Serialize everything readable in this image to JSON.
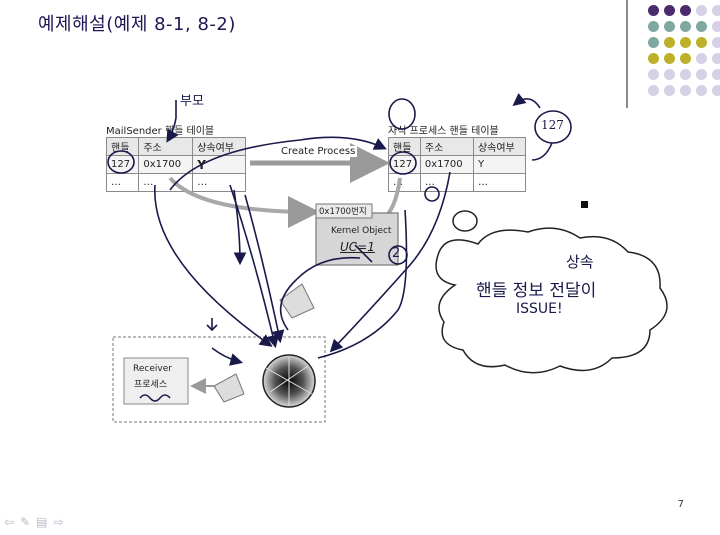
{
  "title": "예제해설(예제 8-1, 8-2)",
  "page_number": "7",
  "left_table": {
    "caption": "MailSender 핸들 테이블",
    "headers": [
      "핸들",
      "주소",
      "상속여부"
    ],
    "row1": [
      "127",
      "0x1700",
      "Y"
    ],
    "row2": [
      "…",
      "…",
      "…"
    ]
  },
  "right_table": {
    "caption": "자식 프로세스 핸들 테이블",
    "headers": [
      "핸들",
      "주소",
      "상속여부"
    ],
    "row1": [
      "127",
      "0x1700",
      "Y"
    ],
    "row2": [
      "…",
      "…",
      "…"
    ]
  },
  "create_process_label": "Create Process",
  "address_tag": "0x1700번지",
  "kernel_object": {
    "title": "Kernel Object",
    "uc": "UC=1"
  },
  "receiver": {
    "line1": "Receiver",
    "line2": "프로세스"
  },
  "handwriting": {
    "parent": "부모",
    "handle_127": "127",
    "uc_new": "2",
    "cloud_top": "상속",
    "cloud_main": "핸들 정보 전달이",
    "cloud_issue": "ISSUE!"
  },
  "colors": {
    "purple": "#4b2a6e",
    "teal": "#7fa8a0",
    "olive": "#bdb02b",
    "lilac": "#d6d1e6",
    "ink": "#1a1a4a"
  },
  "nav_icons": [
    "back-arrow-icon",
    "pen-icon",
    "menu-icon",
    "forward-arrow-icon"
  ]
}
